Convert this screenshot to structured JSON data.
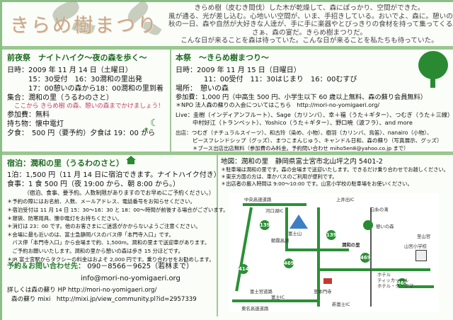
{
  "header": {
    "title": "きらめ樹まつり",
    "intro_lines": [
      "きらめ樹（皮むき間伐）した木が乾燥して、森にぽっかり、空間ができた。",
      "風が通る、光が差し込む。心地いい空間が、いま、手招きしている。おいでよ、森に。憩いの森に。",
      "秋の一日、森や自然が大好きな人達が、手に手に楽器やとびっきりの食材を持って集ってくる。",
      "さぁ、森の宴だ。きらめ樹まつりだ。",
      "こんな日が来ることを森は待っていた。こんな日が来ることを私たちも待っていた。"
    ]
  },
  "zenya": {
    "title": "前夜祭　ナイトハイク～夜の森を歩く～",
    "date": "日時：2009 年 11 月 14 日（土曜日）",
    "time1": "15：30受付　16：30潤和の里出発",
    "time2": "17：00憩いの森から18：00潤和の里到着",
    "meet": "集合：潤和の里（うるわのさと）",
    "meet_note": "ここから きらめ樹 の森、憩いの森までかけましょう！",
    "fee": "参加費：無料",
    "bring": "持ち物：懐中電灯",
    "dinner": "夕食：　500 円（要予約）夕食は 19：00 から"
  },
  "honsai": {
    "title": "本祭　～きらめ樹まつり～",
    "date": "日時：2009 年 11 月 15 日（日曜日）",
    "time": "11：00受付　11：30はじまり　16：00むすび",
    "place": "場所：　憩いの森",
    "fee": "参加費：1,000 円（中高生 500 円、小学生以下 60 歳以上無料、森の蘇り会員無料）",
    "fee_note": "＊NPO 法人森の蘇りの入会についてはこちら　http://mori-no-yomigaeri.org/",
    "live1": "Live：圭樹（インディアンフルート）、Sage（カリンバ）、幸＋福（うた＋ギター）、つむぎ（うた＋三線）",
    "live2": "中村好江（トランペット）、Yoshico（うた＋ギター）、野口暁（波フラ）、and more",
    "shop1": "出店：つむぎ（ナチュラルスイーツ）、和古玲（染め、小物）、樹羽（カリンバ、鳥笛）、nanairo（小物）、",
    "shop2": "ピースフレンドシップ（グッズ）、まつこまんじゅう、キャンドル日和、森の蘇り（写真展示、グッズ）",
    "shop_note": "＊ブース出店出店無料（参加費のみ料金。予約問い合わせ miho5en8@yahoo.co.jp まで）"
  },
  "lodging": {
    "title": "宿泊：潤和の里（うるわのさと）",
    "stay": "1泊：1,500 円（11 月 14 日に宿泊できます。ナイトハイク付き）",
    "meal": "食事：1 食 500 円（夜 19:00 から、朝 8:00 から。）",
    "meal_note": "（宿泊、食事、要予約。人数制限がありますのでお早めにご予約ください。）",
    "notes": [
      "＊予約の際にはお名前、人数、メールアドレス、電話番号をお知らせください。",
      "＊宿泊受付は 11 月 14 日 15：30～16：30 と 18：00～時間が前後する場合がございます。",
      "＊寝袋、防寒用具、懐中電灯をお持ちください。",
      "＊消灯は 23：00 です。他のお客さまにご迷惑がかからないようご注意ください。",
      "＊会場に最も近いのは、富士急静岡バスのバス停「本門寺入口」です。",
      "　バス停「本門寺入口」から会場まで約、1,500m。潤和の里まで送迎車があります。",
      "　ご予約お願いいたします。潤和の里から憩いの森は歩き 15 分ほどです。",
      "＊JR 富士宮駅からタクシーの料金はおよそ 2,000 円です。乗り合わせをお勧めします。"
    ]
  },
  "contact": {
    "label": "予約＆お問い合わせ先：",
    "phone": "090－8566－9625（若林まで）",
    "email": "info@mori-no-yomigaeri.org",
    "hp": "詳しくは森の蘇り HP http://mori-no-yomigaeri.org/",
    "mixi": "森の蘇り mixi　http://mixi.jp/view_community.pl?id=2957339"
  },
  "location": {
    "title": "地図：潤和の里　静岡県富士宮市北山坪之内 5401-2",
    "notes": [
      "＊駐車場は潤和の里です。森の会場まで送迎いたします。できるだけ乗り合わせでお越しください。",
      "＊東京方面の方は、車かバスのご利用が便利です。",
      "＊出店者の搬入時間は 9:00～10:00 です。山宮小学校の駐車場をお使いください。"
    ]
  },
  "map": {
    "labels": [
      "中央高速道路",
      "河口湖IC",
      "上井出IC",
      "白糸の滝",
      "富士山",
      "潤和の里",
      "憩いの森",
      "山宮小学校",
      "朝霧高原",
      "富士宮道路",
      "東名高速道路",
      "富士IC",
      "新富士IC",
      "ホテル",
      "ティッカーベル",
      "ホテル・ダ・アマ",
      "至本門寺",
      "至山宮"
    ],
    "route_numbers": [
      "139",
      "139",
      "414",
      "469",
      "469",
      "469"
    ]
  },
  "colors": {
    "accent_green": "#98c88f",
    "title_green": "#1f6b25",
    "pink": "#c23a68"
  }
}
